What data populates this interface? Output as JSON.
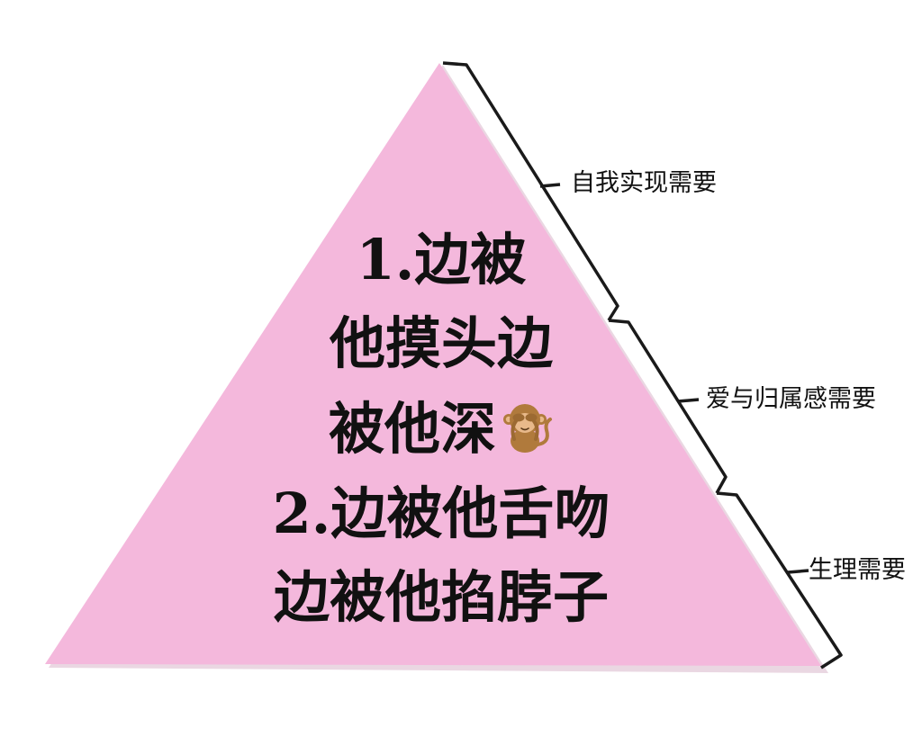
{
  "pyramid": {
    "fill_color": "#f4b8dc",
    "lines": [
      "1.边被",
      "他摸头边",
      "被他深",
      "2.边被他舌吻",
      "边被他掐脖子"
    ],
    "emoji_icon": "see-no-evil-monkey-icon"
  },
  "levels": [
    {
      "label": "自我实现需要"
    },
    {
      "label": "爱与归属感需要"
    },
    {
      "label": "生理需要"
    }
  ]
}
